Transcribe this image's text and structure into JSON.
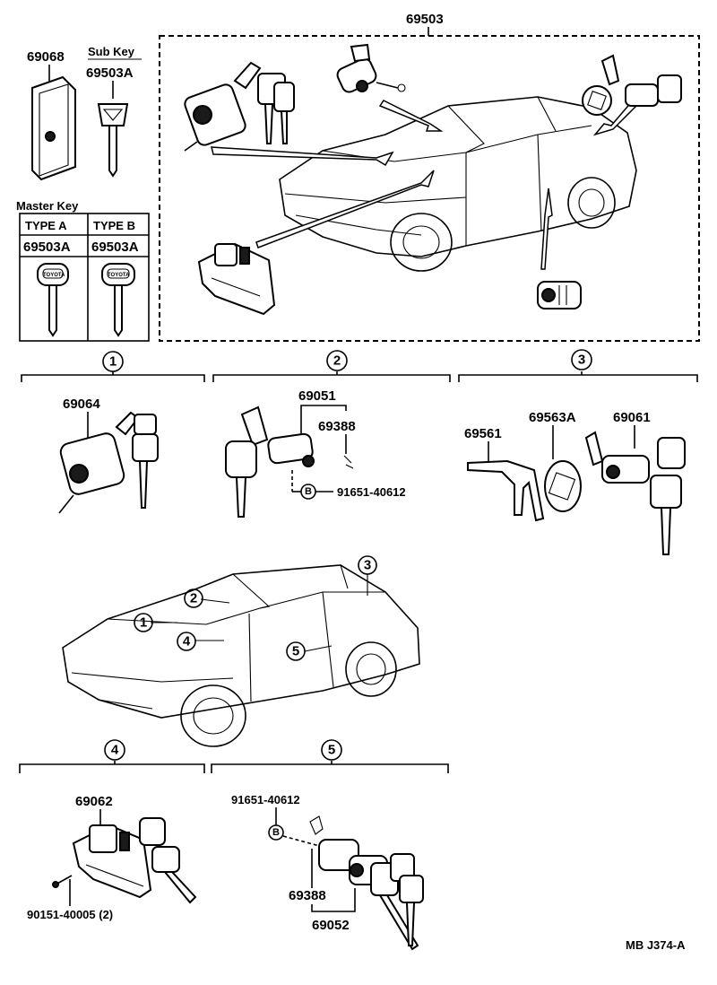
{
  "top_box": {
    "part_number": "69503"
  },
  "sidebar": {
    "key_case_part": "69068",
    "sub_key_title": "Sub Key",
    "sub_key_part": "69503A",
    "master_key_title": "Master Key",
    "type_a_header": "TYPE A",
    "type_b_header": "TYPE B",
    "type_a_part": "69503A",
    "type_b_part": "69503A",
    "key_brand": "TOYOTA"
  },
  "sections": [
    {
      "num": "1",
      "parts": [
        "69064"
      ]
    },
    {
      "num": "2",
      "parts": [
        "69051",
        "69388"
      ],
      "bolt_marker": "B",
      "bolt_part": "91651-40612"
    },
    {
      "num": "3",
      "parts": [
        "69561",
        "69563A",
        "69061"
      ]
    },
    {
      "num": "4",
      "parts": [
        "69062"
      ],
      "screw_part": "90151-40005 (2)"
    },
    {
      "num": "5",
      "parts": [
        "91651-40612",
        "69388",
        "69052"
      ],
      "bolt_marker": "B"
    }
  ],
  "car_callouts": [
    "1",
    "2",
    "3",
    "4",
    "5"
  ],
  "footer": {
    "ref_code": "MB J374-A"
  }
}
